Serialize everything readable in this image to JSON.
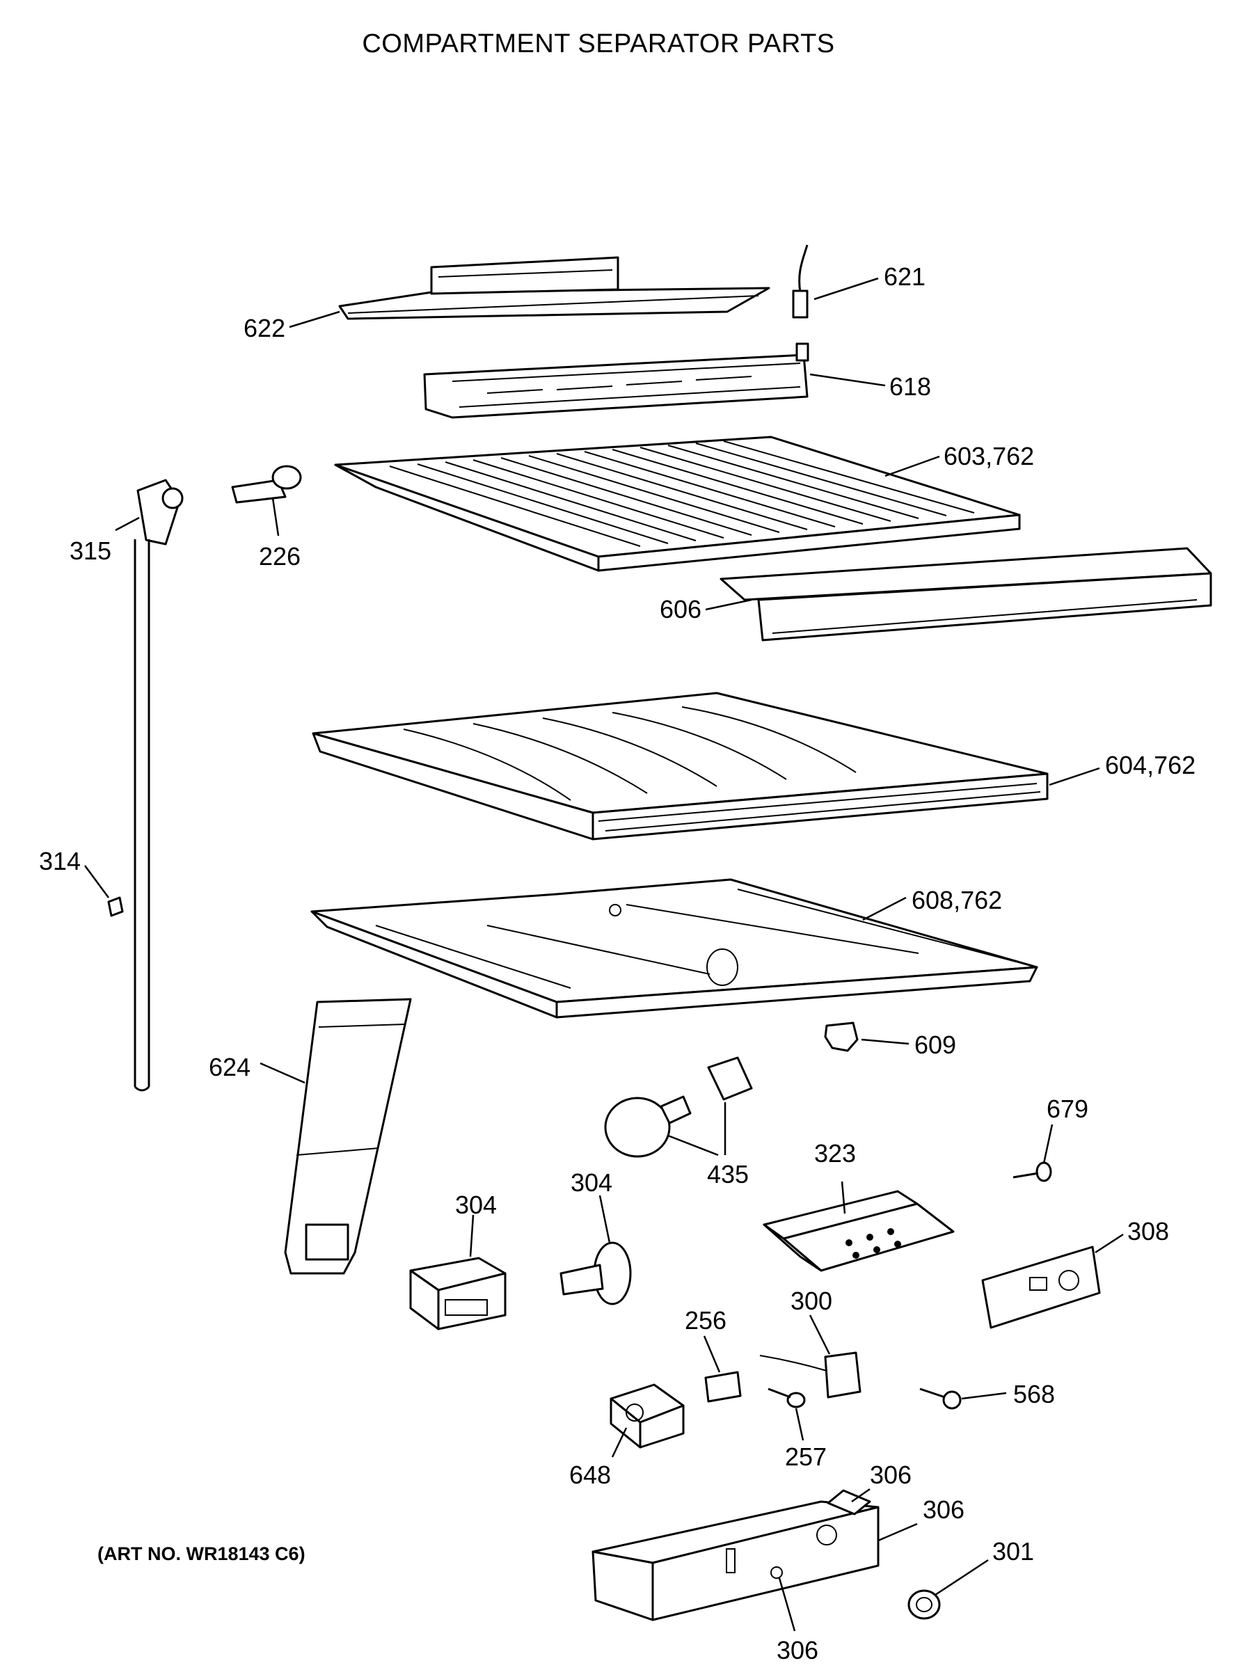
{
  "title": "COMPARTMENT SEPARATOR PARTS",
  "art_number": "(ART NO. WR18143 C6)",
  "callouts": {
    "c621": "621",
    "c622": "622",
    "c618": "618",
    "c603": "603,762",
    "c315": "315",
    "c226": "226",
    "c606": "606",
    "c604": "604,762",
    "c314": "314",
    "c608": "608,762",
    "c609": "609",
    "c624": "624",
    "c679": "679",
    "c435": "435",
    "c323": "323",
    "c304a": "304",
    "c304b": "304",
    "c308": "308",
    "c256": "256",
    "c300": "300",
    "c568": "568",
    "c257": "257",
    "c648": "648",
    "c306a": "306",
    "c306b": "306",
    "c306c": "306",
    "c301": "301"
  }
}
